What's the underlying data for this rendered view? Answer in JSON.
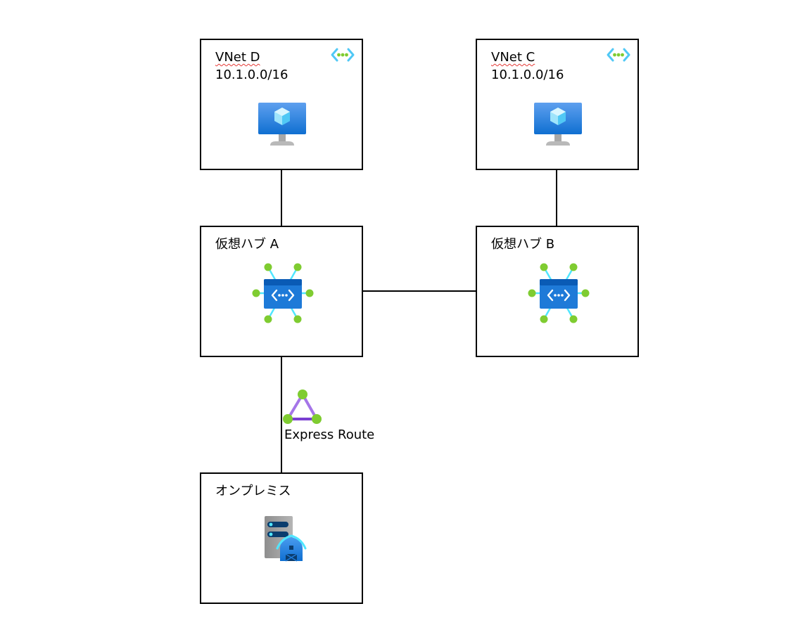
{
  "vnet_d": {
    "name": "VNet D",
    "cidr": "10.1.0.0/16",
    "icons": [
      "vnet-icon",
      "virtual-machine-icon"
    ]
  },
  "vnet_c": {
    "name": "VNet C",
    "cidr": "10.1.0.0/16",
    "icons": [
      "vnet-icon",
      "virtual-machine-icon"
    ]
  },
  "hub_a": {
    "name": "仮想ハブ A",
    "icon": "virtual-hub-icon"
  },
  "hub_b": {
    "name": "仮想ハブ B",
    "icon": "virtual-hub-icon"
  },
  "expressroute": {
    "label": "Express Route",
    "icon": "expressroute-icon"
  },
  "onprem": {
    "name": "オンプレミス",
    "icon": "on-premises-server-icon"
  },
  "colors": {
    "azure_blue": "#1e7ad8",
    "light_blue": "#50e6ff",
    "green": "#7fcc31",
    "purple": "#a575e8",
    "server_gray": "#9a9a9a"
  }
}
